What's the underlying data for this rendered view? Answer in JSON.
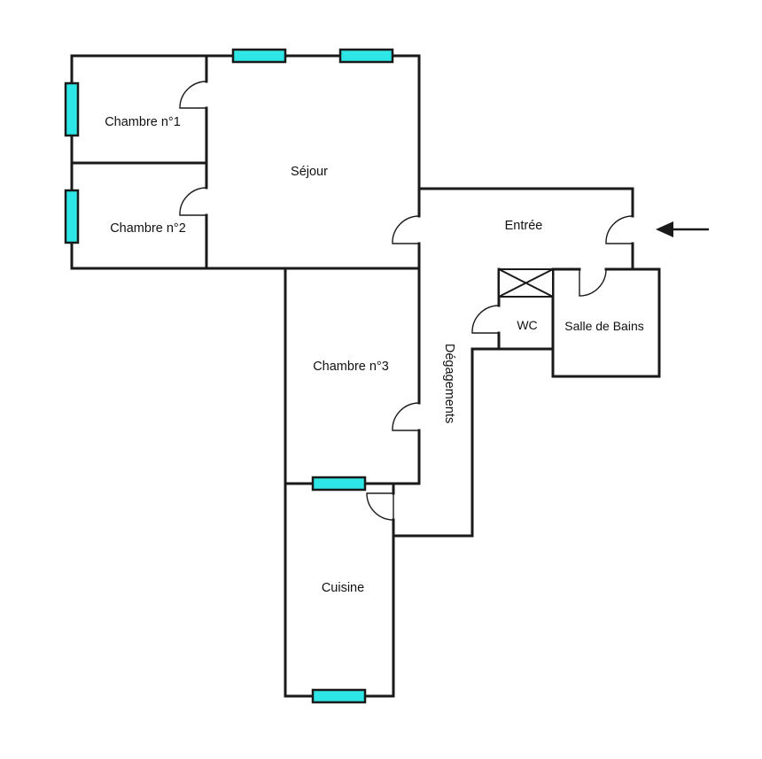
{
  "rooms": {
    "chambre1": "Chambre n°1",
    "chambre2": "Chambre n°2",
    "sejour": "Séjour",
    "entree": "Entrée",
    "wc": "WC",
    "salle_de_bains": "Salle de Bains",
    "chambre3": "Chambre n°3",
    "degagements": "Dégagements",
    "cuisine": "Cuisine"
  },
  "symbols": {
    "entrance": "arrow-left-icon",
    "duct": "ventilation-duct-icon",
    "door": "door-swing-icon",
    "window": "window-icon"
  },
  "colors": {
    "wall": "#1a1a1a",
    "window": "#2ee6e6"
  }
}
